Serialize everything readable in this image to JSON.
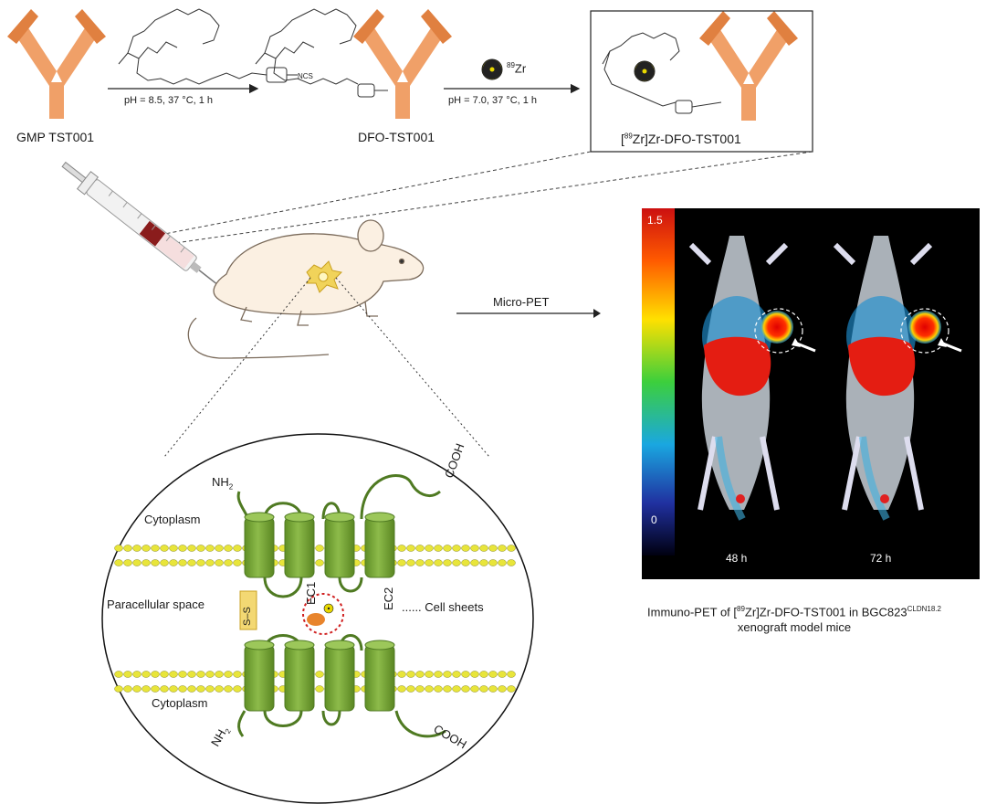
{
  "synthesis": {
    "step1_label": "GMP TST001",
    "step1_conditions": "pH = 8.5, 37 °C, 1 h",
    "step2_label": "DFO-TST001",
    "step2_conditions": "pH = 7.0, 37 °C, 1 h",
    "reagent_superscript": "89",
    "reagent_element": "Zr",
    "product_pre": "[",
    "product_sup": "89",
    "product_post": "Zr]Zr-DFO-TST001"
  },
  "imaging": {
    "arrow_label": "Micro-PET",
    "colorbar_max": "1.5",
    "colorbar_min": "0",
    "timepoints": [
      "48 h",
      "72 h"
    ],
    "caption_pre": "Immuno-PET of [",
    "caption_sup1": "89",
    "caption_mid": "Zr]Zr-DFO-TST001 in BGC823",
    "caption_sup2": "CLDN18.2",
    "caption_line2": "xenograft model mice"
  },
  "membrane": {
    "cytoplasm_top": "Cytoplasm",
    "cytoplasm_bottom": "Cytoplasm",
    "nh2_top": "NH",
    "nh2_top_sub": "2",
    "cooh_top": "COOH",
    "nh2_bottom": "NH",
    "nh2_bottom_sub": "2",
    "cooh_bottom": "COOH",
    "paracellular": "Paracellular space",
    "cell_sheets": "...... Cell sheets",
    "ec1": "EC1",
    "ec2": "EC2",
    "disulfide": "S–S"
  },
  "colors": {
    "antibody": "#f0a068",
    "antibody_dark": "#e08040",
    "protein": "#7aa33c",
    "protein_dark": "#4f7a22",
    "lipid_head": "#e8e53a",
    "mouse_fill": "#fbf0e2",
    "radiation": "#e8d800"
  }
}
